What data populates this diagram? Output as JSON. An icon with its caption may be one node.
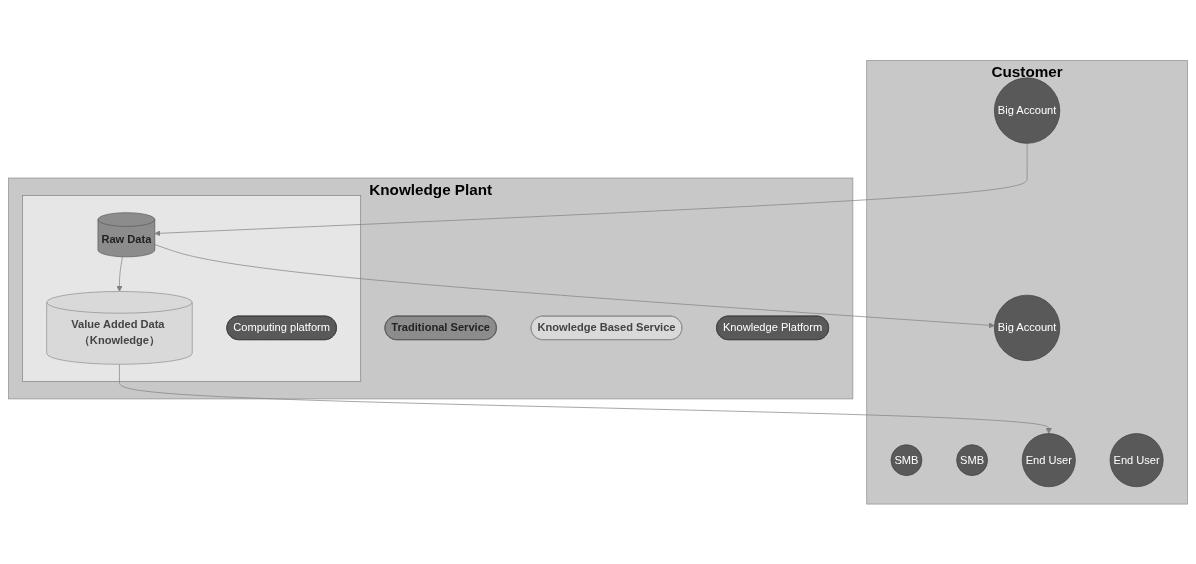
{
  "diagram": {
    "nodes": [
      {
        "text": [
          "Customer"
        ]
      },
      {
        "text": [
          "Big Account"
        ],
        "in": 0
      },
      {
        "text": [
          "Big Account"
        ],
        "in": 0
      },
      {
        "text": [
          "SMB"
        ],
        "in": 0
      },
      {
        "text": [
          "SMB"
        ],
        "in": 0
      },
      {
        "text": [
          "End User"
        ],
        "in": 0
      },
      {
        "text": [
          "End User"
        ],
        "in": 0
      },
      {
        "text": [
          "Knowledge Plant"
        ]
      },
      {
        "text": [
          "Traditional Service"
        ],
        "in": 7
      },
      {
        "text": [
          "Knowledge Based Service"
        ],
        "in": 7
      },
      {
        "text": [
          "Knowledge Platform"
        ],
        "in": 7
      },
      {
        "text": [],
        "shape": "box",
        "in": 7
      },
      {
        "text": [
          "Raw Data"
        ],
        "in": 11
      },
      {
        "text": [
          "Value Added Data （Knowledge）"
        ],
        "in": 11
      },
      {
        "text": [
          "Computing platform"
        ],
        "in": 11
      }
    ],
    "edges": [
      {
        "from": 1,
        "to": 12,
        "arrow": "to"
      },
      {
        "from": 12,
        "to": 2,
        "arrow": "to"
      },
      {
        "from": 12,
        "to": 13,
        "arrow": "to"
      },
      {
        "from": 13,
        "to": 5,
        "arrow": "to"
      }
    ]
  }
}
